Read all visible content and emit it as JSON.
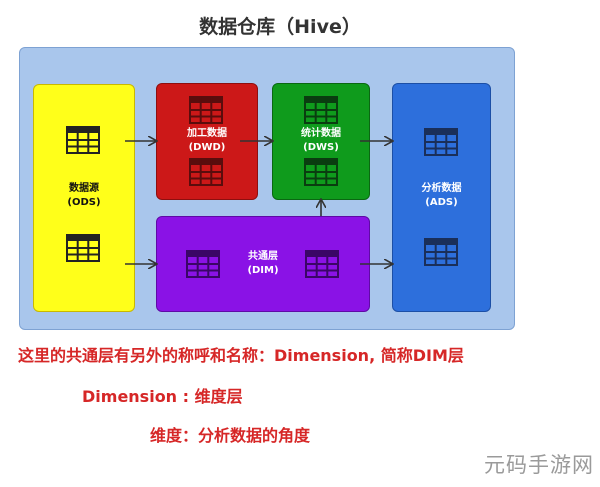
{
  "title": "数据仓库（Hive）",
  "colors": {
    "panel": "#a9c6ec",
    "ods": "#ffff1a",
    "dwd": "#cc1818",
    "dws": "#0f9b1c",
    "ads": "#2d6fdc",
    "dim": "#8a12e6",
    "note": "#d62727"
  },
  "layers": {
    "ods": {
      "name": "数据源",
      "code": "(ODS)"
    },
    "dwd": {
      "name": "加工数据",
      "code": "(DWD)"
    },
    "dws": {
      "name": "统计数据",
      "code": "(DWS)"
    },
    "ads": {
      "name": "分析数据",
      "code": "(ADS)"
    },
    "dim": {
      "name": "共通层",
      "code": "(DIM)"
    }
  },
  "icons": [
    "table-grid-icon",
    "arrow-right-icon",
    "arrow-up-icon"
  ],
  "notes": {
    "line1": "这里的共通层有另外的称呼和名称：Dimension, 简称DIM层",
    "line2": "Dimension : 维度层",
    "line3": "维度：分析数据的角度"
  },
  "watermark": "元码手游网"
}
